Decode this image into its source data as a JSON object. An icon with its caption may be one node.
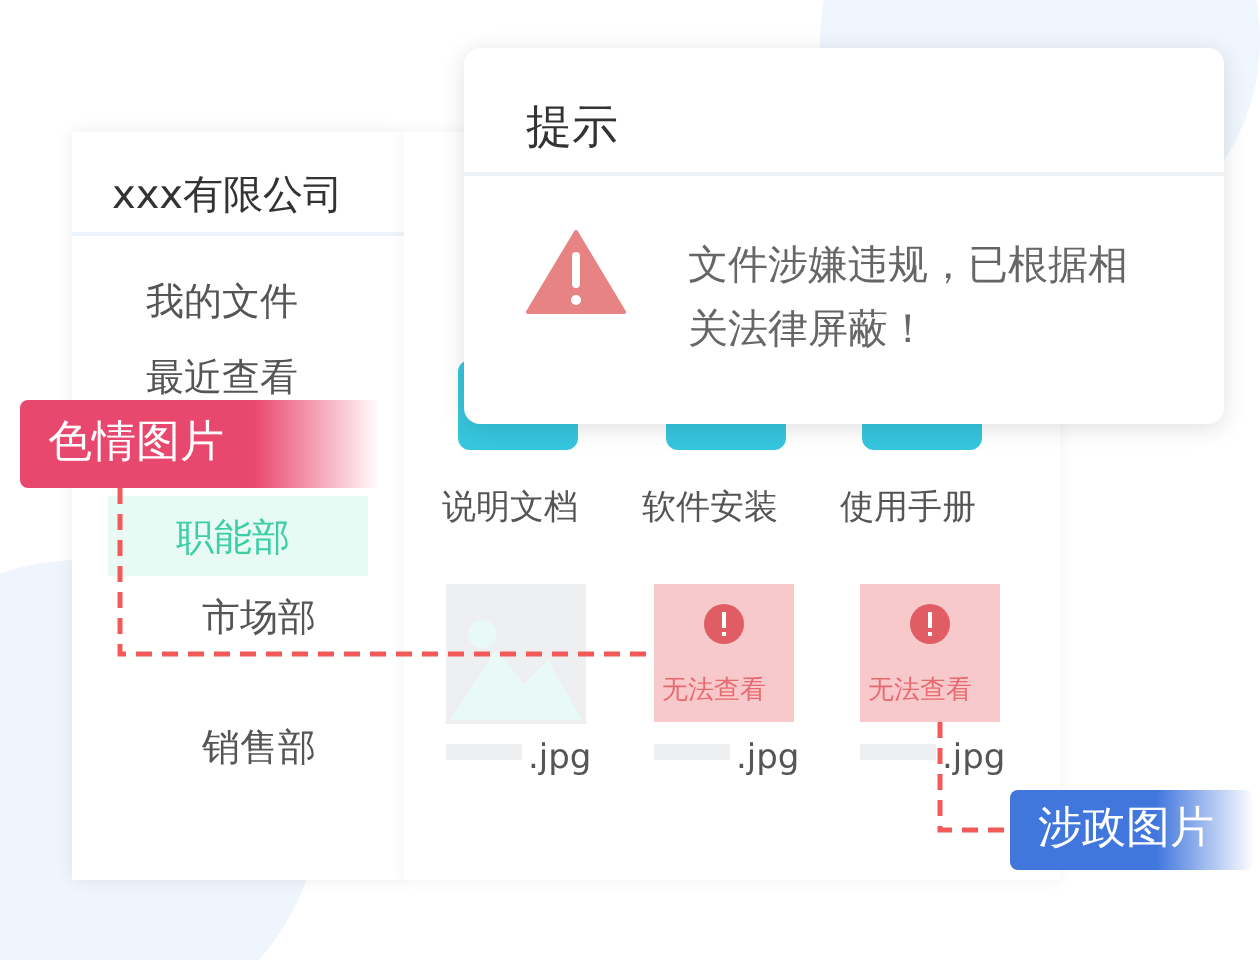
{
  "diagram": {
    "nodes": [
      {
        "text": [
          "色情图片"
        ]
      },
      {
        "text": [
          "涉政图片"
        ]
      },
      {
        "text": [
          "无法查看"
        ],
        "beside": [
          ".jpg"
        ]
      },
      {
        "text": [
          "无法查看"
        ],
        "beside": [
          ".jpg"
        ]
      },
      {
        "text": [
          "提示",
          "文件涉嫌违规，已根据相关法律屏蔽！"
        ]
      }
    ],
    "edges": [
      {
        "from": 0,
        "to": 2,
        "arrow": "none",
        "style": "dashed"
      },
      {
        "from": 3,
        "to": 1,
        "arrow": "none",
        "style": "dashed"
      }
    ],
    "labels": [
      "xxx有限公司",
      "我的文件",
      "最近查看",
      "职能部",
      "市场部",
      "销售部",
      "说明文档",
      "软件安装",
      "使用手册",
      ".jpg"
    ]
  }
}
